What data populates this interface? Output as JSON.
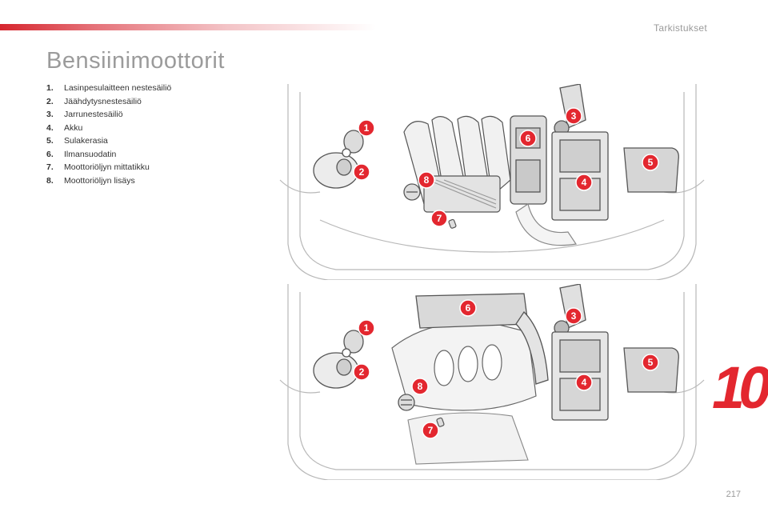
{
  "header": {
    "section": "Tarkistukset"
  },
  "page": {
    "title": "Bensiinimoottorit",
    "number": "217",
    "chapter": "10"
  },
  "legend": [
    {
      "num": "1.",
      "label": "Lasinpesulaitteen nestesäiliö"
    },
    {
      "num": "2.",
      "label": "Jäähdytysnestesäiliö"
    },
    {
      "num": "3.",
      "label": "Jarrunestesäiliö"
    },
    {
      "num": "4.",
      "label": "Akku"
    },
    {
      "num": "5.",
      "label": "Sulakerasia"
    },
    {
      "num": "6.",
      "label": "Ilmansuodatin"
    },
    {
      "num": "7.",
      "label": "Moottoriöljyn mittatikku"
    },
    {
      "num": "8.",
      "label": "Moottoriöljyn lisäys"
    }
  ],
  "callouts": [
    "1",
    "2",
    "3",
    "4",
    "5",
    "6",
    "7",
    "8"
  ],
  "colors": {
    "accent": "#e3272f",
    "text_gray": "#9b9b9b"
  }
}
